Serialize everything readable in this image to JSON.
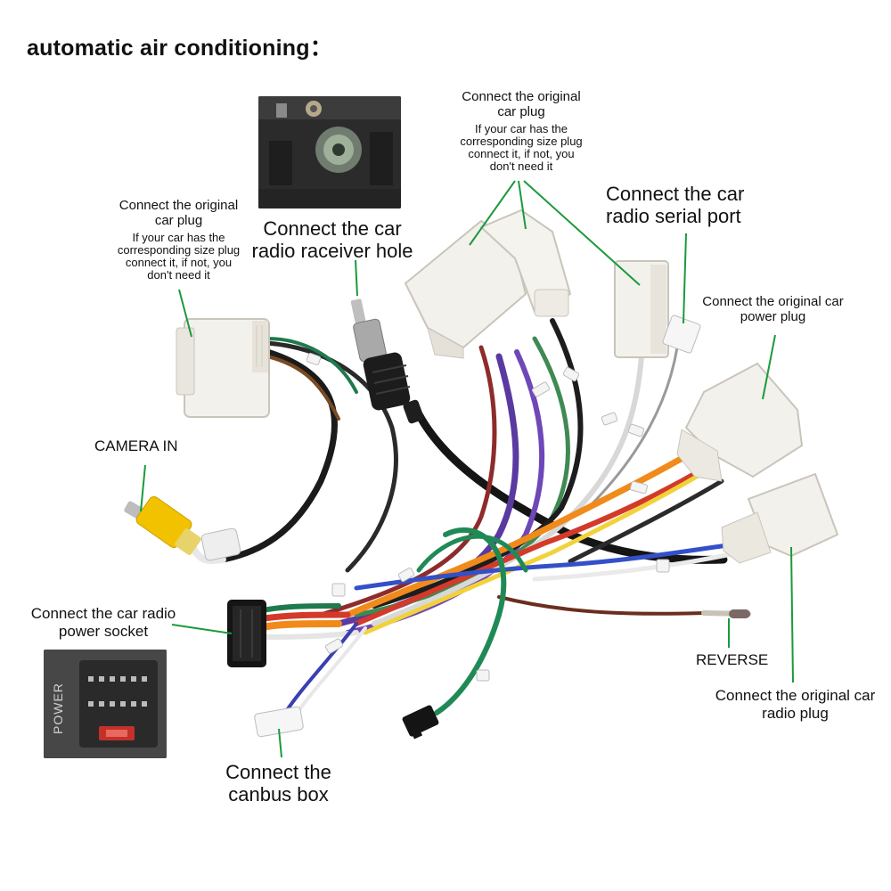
{
  "title": "automatic air conditioning：",
  "labels": {
    "plug_left": {
      "main": "Connect the original car plug",
      "note": "If your car has the corresponding size plug connect it, if not, you don't need it"
    },
    "plug_top": {
      "main": "Connect the original car plug",
      "note": "If your car has the corresponding size plug connect it, if not, you don't need it"
    },
    "receiver_hole": "Connect the  car radio raceiver hole",
    "serial_port": "Connect the car radio  serial port",
    "power_plug": "Connect the original car power plug",
    "camera_in": "CAMERA IN",
    "power_socket": "Connect the car radio power socket",
    "reverse": "REVERSE",
    "radio_plug": "Connect the original car radio plug",
    "canbus": "Connect the canbus box",
    "socket_panel_text": "POWER"
  },
  "colors": {
    "leader_line": "#1a9a3c",
    "connector": "#f4f2ee",
    "rca_yellow": "#f2c200"
  }
}
